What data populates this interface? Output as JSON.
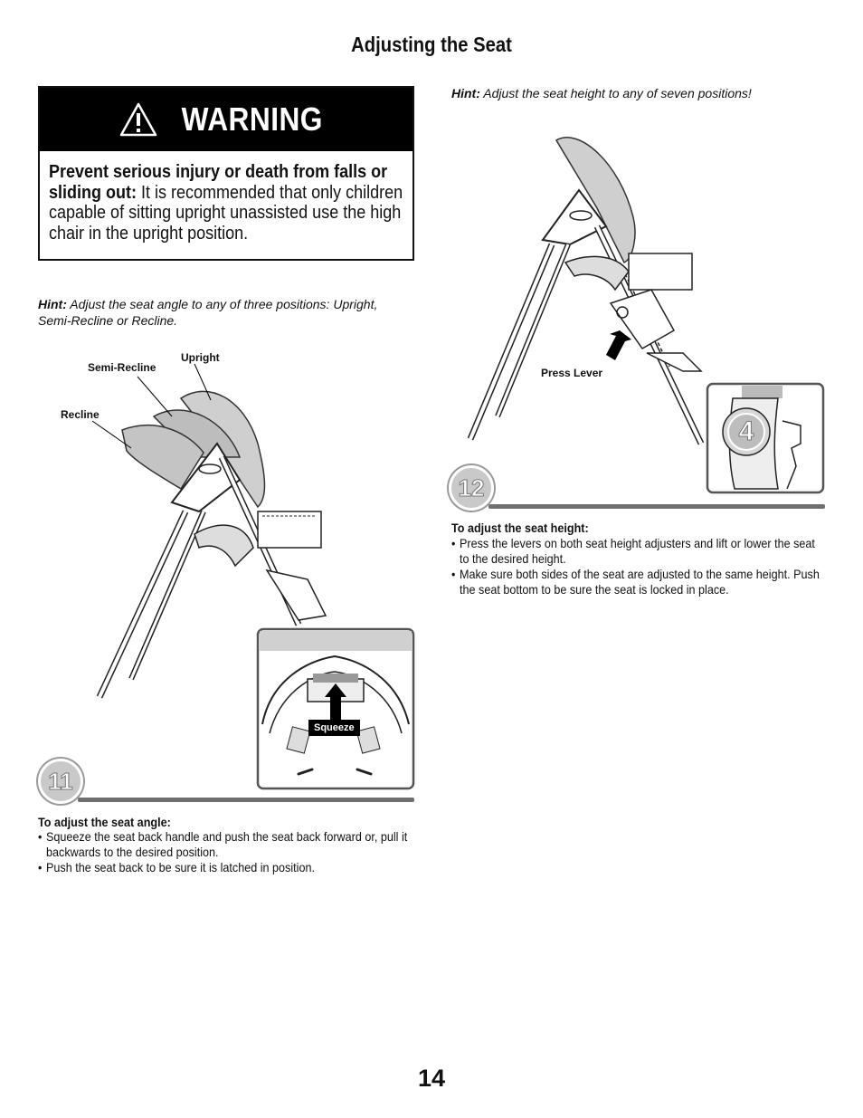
{
  "page": {
    "title": "Adjusting the Seat",
    "page_number": "14"
  },
  "warning": {
    "heading": "WARNING",
    "bold_text": "Prevent serious injury or death from falls or sliding out:",
    "text": " It is recommended that only children capable of sitting upright unassisted use the high chair in the upright position."
  },
  "step11": {
    "number": "11",
    "hint_label": "Hint:",
    "hint_text": " Adjust the seat angle to any of three positions: Upright, Semi-Recline or Recline.",
    "label_upright": "Upright",
    "label_semi": "Semi-Recline",
    "label_recline": "Recline",
    "label_squeeze": "Squeeze",
    "heading": "To adjust the seat angle:",
    "bullets": [
      "Squeeze the seat back handle and push the seat back forward or, pull it backwards to the desired position.",
      "Push the seat back to be sure it is latched in position."
    ]
  },
  "step12": {
    "number": "12",
    "hint_label": "Hint:",
    "hint_text": " Adjust the seat height to any of seven positions!",
    "label_press": "Press Lever",
    "inset_number": "4",
    "heading": "To adjust the seat height:",
    "bullets": [
      "Press the levers on both seat height adjusters and lift or lower the seat to the desired height.",
      "Make sure both sides of the seat are adjusted to the same height. Push the seat bottom to be sure the seat is locked in place."
    ]
  }
}
